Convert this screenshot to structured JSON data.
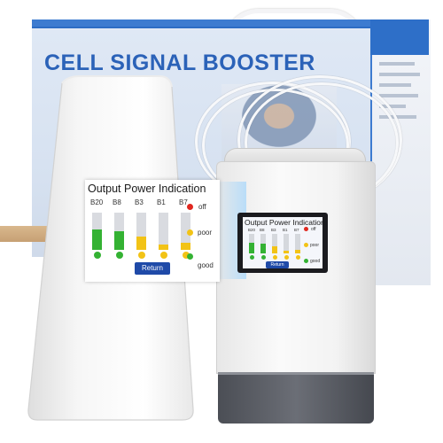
{
  "box": {
    "title": "CELL SIGNAL BOOSTER"
  },
  "display": {
    "title": "Output Power Indication",
    "bands": [
      {
        "label": "B20",
        "level": 0.55,
        "status": "good"
      },
      {
        "label": "B8",
        "level": 0.5,
        "status": "good"
      },
      {
        "label": "B3",
        "level": 0.35,
        "status": "poor"
      },
      {
        "label": "B1",
        "level": 0.15,
        "status": "poor"
      },
      {
        "label": "B7",
        "level": 0.2,
        "status": "poor"
      }
    ],
    "legend": {
      "off": "off",
      "poor": "poor",
      "good": "good"
    },
    "return_label": "Return"
  },
  "colors": {
    "good": "#34b233",
    "poor": "#f2c316",
    "off": "#e0271f",
    "button": "#1f4aa8",
    "box_accent": "#2b62b8"
  }
}
